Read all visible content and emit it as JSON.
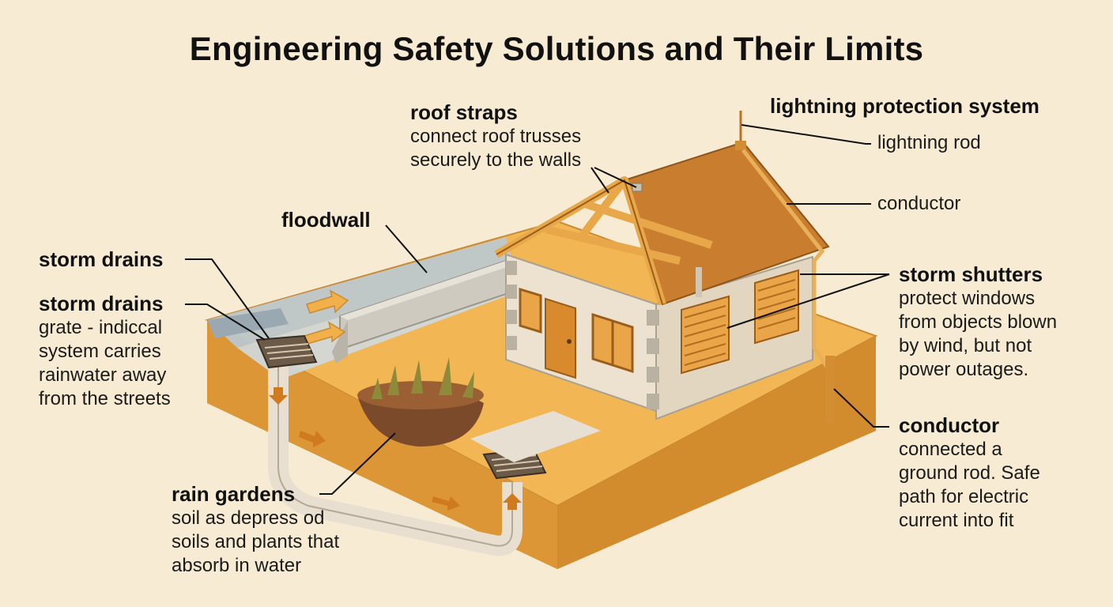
{
  "title": "Engineering Safety Solutions and Their Limits",
  "labels": {
    "roof_straps": {
      "heading": "roof straps",
      "lines": [
        "connect roof trusses",
        "securely to the walls"
      ]
    },
    "lightning": {
      "heading": "lightning protection system",
      "rod": "lightning rod",
      "conductor": "conductor"
    },
    "floodwall": {
      "heading": "floodwall"
    },
    "storm_drains_1": {
      "heading": "storm drains"
    },
    "storm_drains_2": {
      "heading": "storm drains",
      "lines": [
        "grate - indiccal",
        "system carries",
        "rainwater away",
        "from the streets"
      ]
    },
    "storm_shutters": {
      "heading": "storm shutters",
      "lines": [
        "protect windows",
        "from objects blown",
        "by wind, but not",
        "power outages."
      ]
    },
    "conductor_bottom": {
      "heading": "conductor",
      "lines": [
        "connected a",
        "ground rod. Safe",
        "path for electric",
        "current into fit"
      ]
    },
    "rain_gardens": {
      "heading": "rain gardens",
      "lines": [
        "soil as depress od",
        "soils and plants that",
        "absorb in water"
      ]
    }
  },
  "colors": {
    "background": "#f7ecd3",
    "ground_top": "#f0b24e",
    "ground_side": "#cf8a2c",
    "roof": "#c97d2e",
    "wall": "#ece2cf",
    "water": "#a8c3d6",
    "leader": "#111111"
  }
}
